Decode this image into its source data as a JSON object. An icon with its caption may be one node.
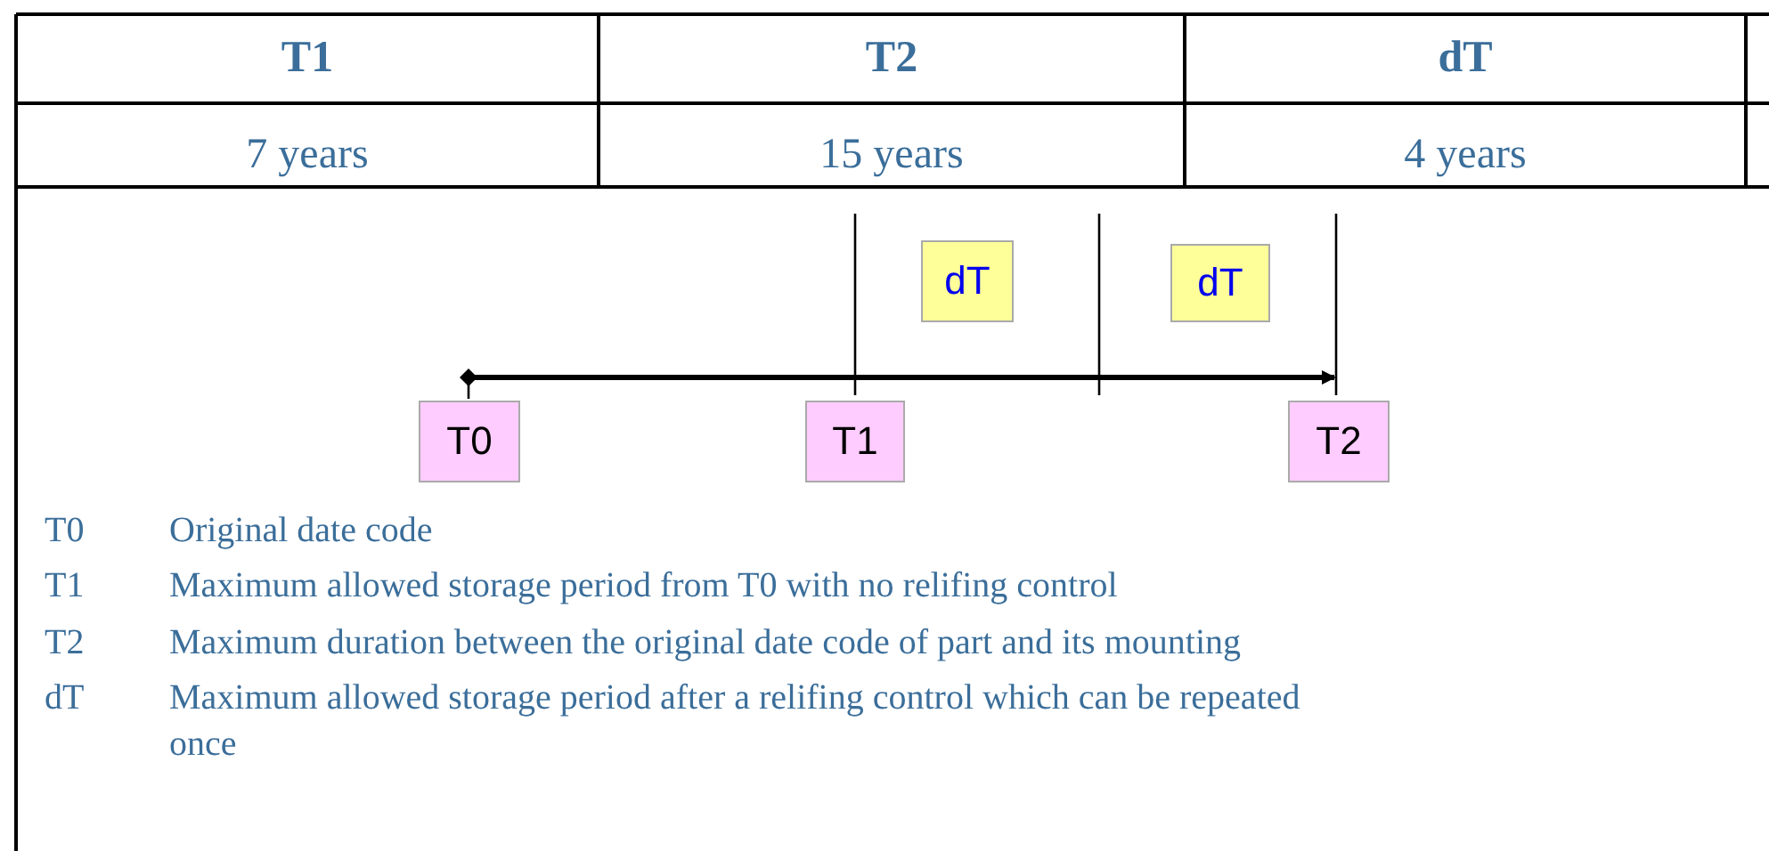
{
  "diagram": {
    "nodes": [
      {
        "text": [
          "dT"
        ]
      },
      {
        "text": [
          "dT"
        ]
      },
      {
        "text": [
          "T0"
        ]
      },
      {
        "text": [
          "T1"
        ]
      },
      {
        "text": [
          "T2"
        ]
      }
    ],
    "edges": [
      {
        "from": 2,
        "to": 4,
        "arrow": "to"
      }
    ],
    "labels": [
      "T1",
      "T2",
      "dT",
      "7 years",
      "15 years",
      "4 years",
      "T0",
      "Original date code",
      "T1",
      "Maximum allowed storage period from T0 with no relifing control",
      "T2",
      "Maximum duration between the original date code of part and its mounting",
      "dT",
      "Maximum allowed storage period after a relifing control which can be repeated once"
    ]
  }
}
